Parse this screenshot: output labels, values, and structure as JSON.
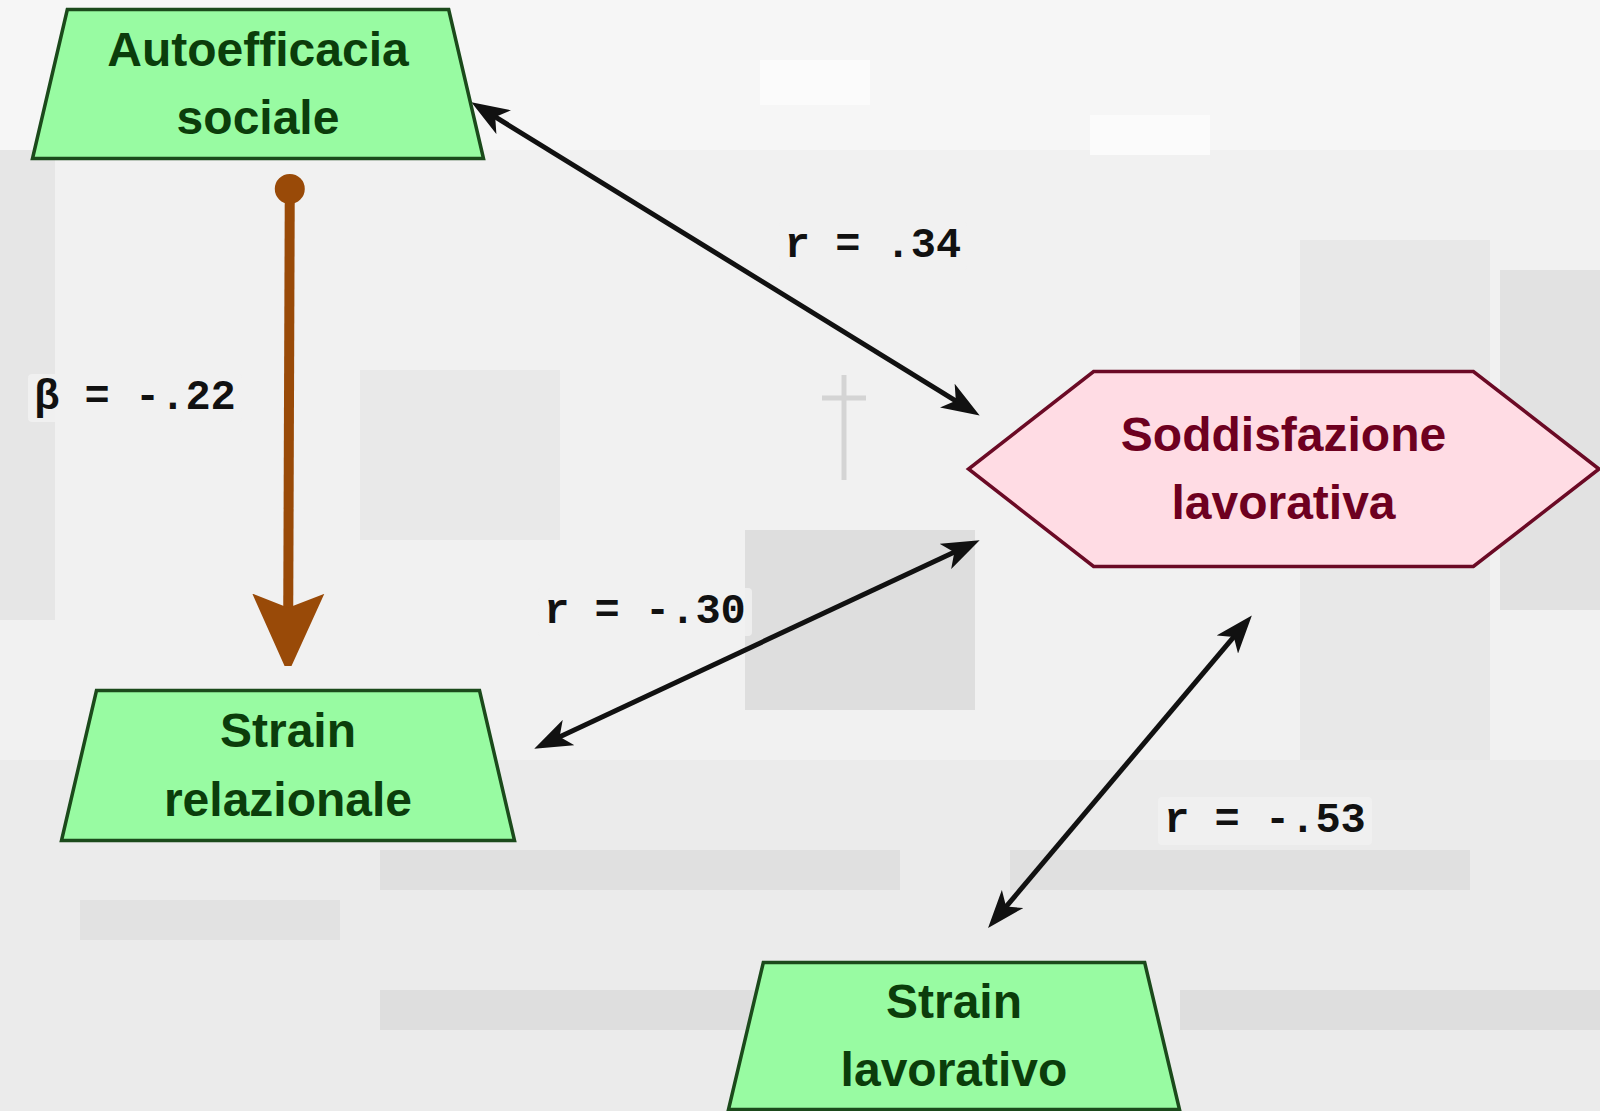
{
  "diagram": {
    "nodes": [
      {
        "text": [
          "Autoefficacia sociale"
        ]
      },
      {
        "text": [
          "Soddisfazione lavorativa"
        ]
      },
      {
        "text": [
          "Strain relazionale"
        ]
      },
      {
        "text": [
          "Strain lavorativo"
        ]
      }
    ],
    "edges": [
      {
        "from": 0,
        "to": 2,
        "arrow": "to",
        "label": "β = -.22"
      },
      {
        "from": 0,
        "to": 1,
        "arrow": "both",
        "label": "r = .34"
      },
      {
        "from": 2,
        "to": 1,
        "arrow": "both",
        "label": "r = -.30"
      },
      {
        "from": 3,
        "to": 1,
        "arrow": "both",
        "label": "r = -.53"
      }
    ]
  }
}
